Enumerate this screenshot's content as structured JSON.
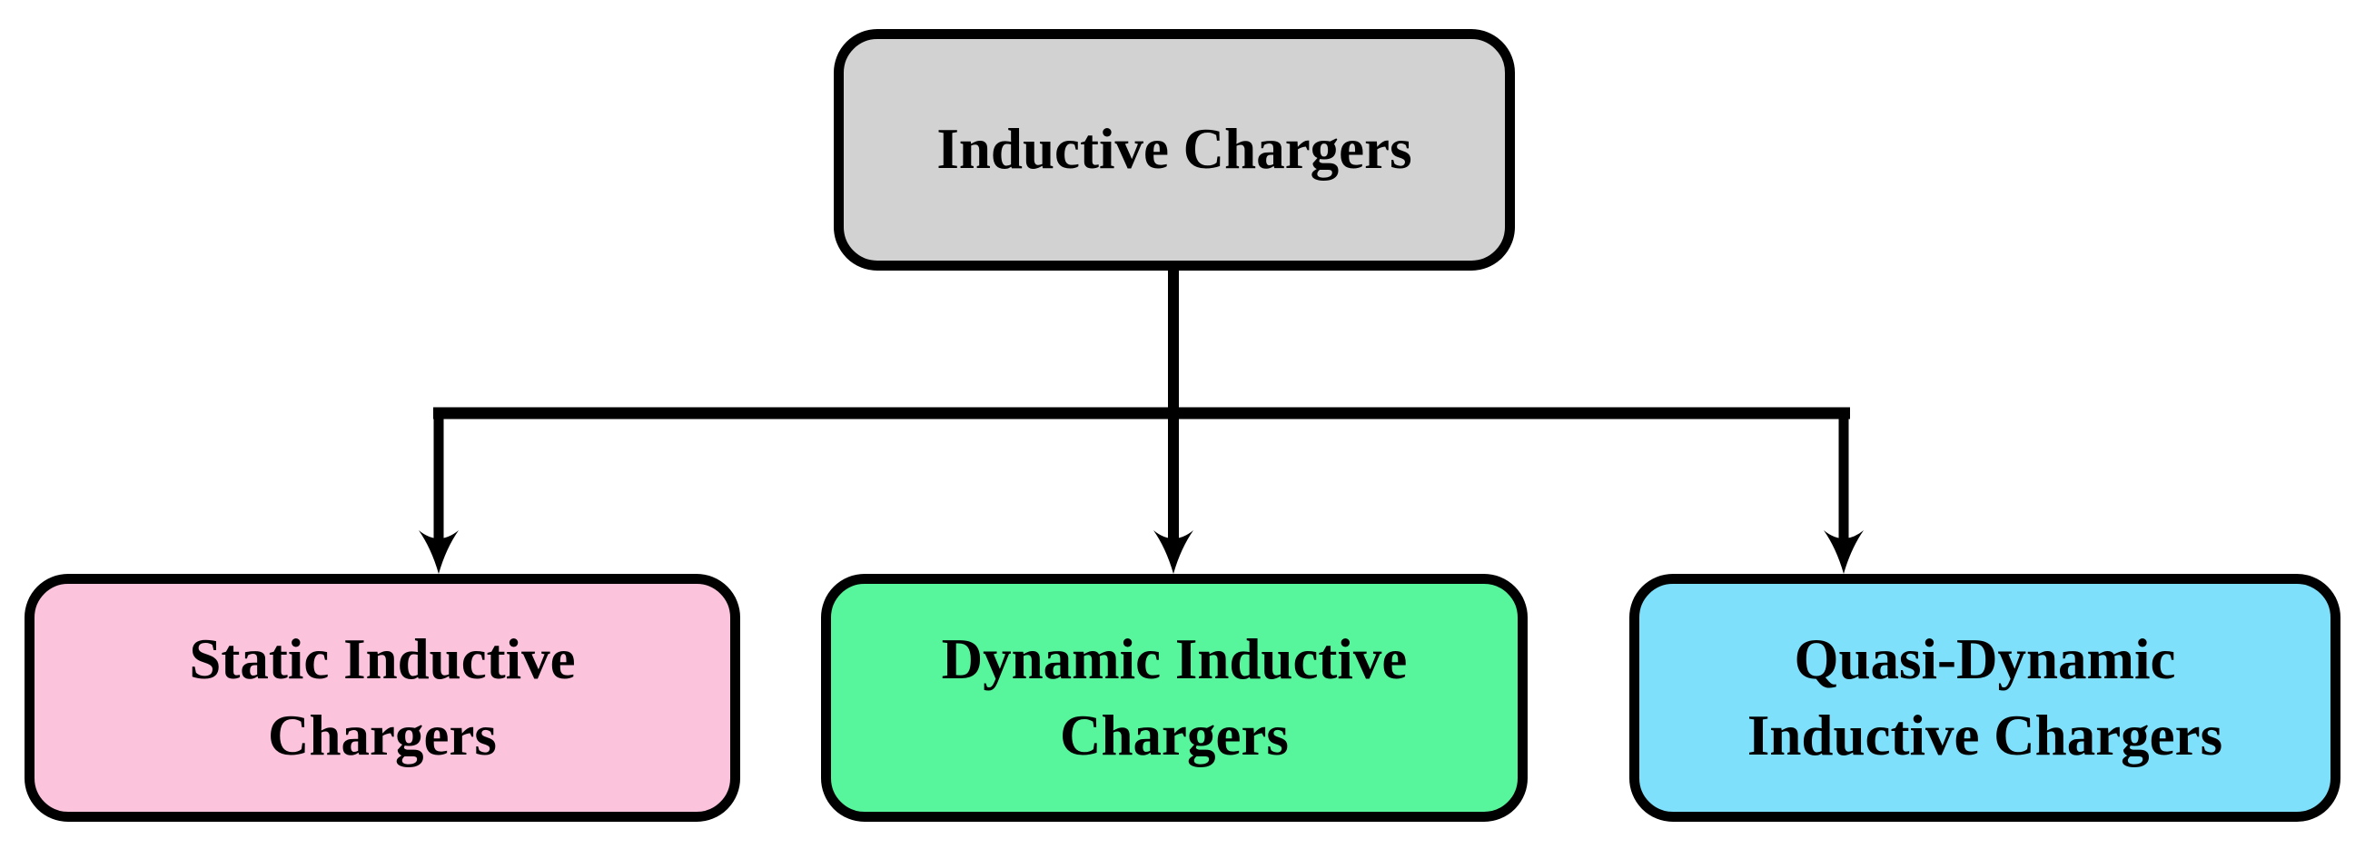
{
  "diagram": {
    "background": "#FFFFFF",
    "connector_color": "#000000",
    "border_color": "#000000",
    "text_color": "#000000",
    "root": {
      "label": "Inductive Chargers",
      "fill": "#D2D2D2"
    },
    "children": [
      {
        "label": "Static Inductive Chargers",
        "fill": "#FBC3DC"
      },
      {
        "label": "Dynamic Inductive Chargers",
        "fill": "#58F69C"
      },
      {
        "label": "Quasi-Dynamic Inductive Chargers",
        "fill": "#7EE0FA"
      }
    ]
  }
}
